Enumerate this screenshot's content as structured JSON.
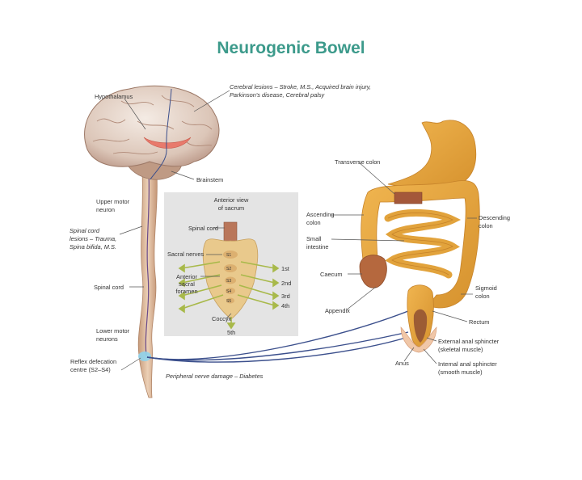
{
  "title": "Neurogenic Bowel",
  "colors": {
    "title": "#3c9a8b",
    "brain": "#d9c2b4",
    "brain_outline": "#a58473",
    "hypothalamus": "#e87a6c",
    "spinal_cord": "#dcb391",
    "nerve": "#3b4f8c",
    "reflex_centre": "#8fd3ec",
    "digestive": "#e2a33c",
    "digestive_dark": "#c6832a",
    "colon_cut": "#a4583a",
    "sacrum": "#e9c98c",
    "sacral_arrow": "#a8b94a",
    "inset_bg": "#e4e4e4"
  },
  "brain_labels": {
    "hypothalamus": "Hypothalamus",
    "cerebral_lesions_line1": "Cerebral lesions – Stroke, M.S., Acquired brain injury,",
    "cerebral_lesions_line2": "Parkinson's disease, Cerebral palsy",
    "brainstem": "Brainstem"
  },
  "spine_labels": {
    "upper_motor_line1": "Upper motor",
    "upper_motor_line2": "neuron",
    "cord_lesions_line1": "Spinal cord",
    "cord_lesions_line2": "lesions – Trauma,",
    "cord_lesions_line3": "Spina bifida, M.S.",
    "spinal_cord": "Spinal cord",
    "lower_motor_line1": "Lower motor",
    "lower_motor_line2": "neurons",
    "reflex_line1": "Reflex defecation",
    "reflex_line2": "centre (S2–S4)",
    "peripheral": "Peripheral nerve damage – Diabetes"
  },
  "inset": {
    "title_line1": "Anterior view",
    "title_line2": "of sacrum",
    "spinal_cord": "Spinal cord",
    "sacral_nerves": "Sacral nerves",
    "foramen_line1": "Anterior",
    "foramen_line2": "sacral",
    "foramen_line3": "foramen",
    "coccyx": "Coccyx",
    "vertebrae": [
      "S1",
      "S2",
      "S3",
      "S4",
      "S5"
    ],
    "nerves": [
      "1st",
      "2nd",
      "3rd",
      "4th",
      "5th"
    ]
  },
  "gut_labels": {
    "transverse_colon": "Transverse colon",
    "ascending_line1": "Ascending",
    "ascending_line2": "colon",
    "descending_line1": "Descending",
    "descending_line2": "colon",
    "small_line1": "Small",
    "small_line2": "intestine",
    "caecum": "Caecum",
    "sigmoid_line1": "Sigmoid",
    "sigmoid_line2": "colon",
    "appendix": "Appendix",
    "rectum": "Rectum",
    "external_line1": "External anal sphincter",
    "external_line2": "(skeletal muscle)",
    "anus": "Anus",
    "internal_line1": "Internal anal sphincter",
    "internal_line2": "(smooth muscle)"
  }
}
